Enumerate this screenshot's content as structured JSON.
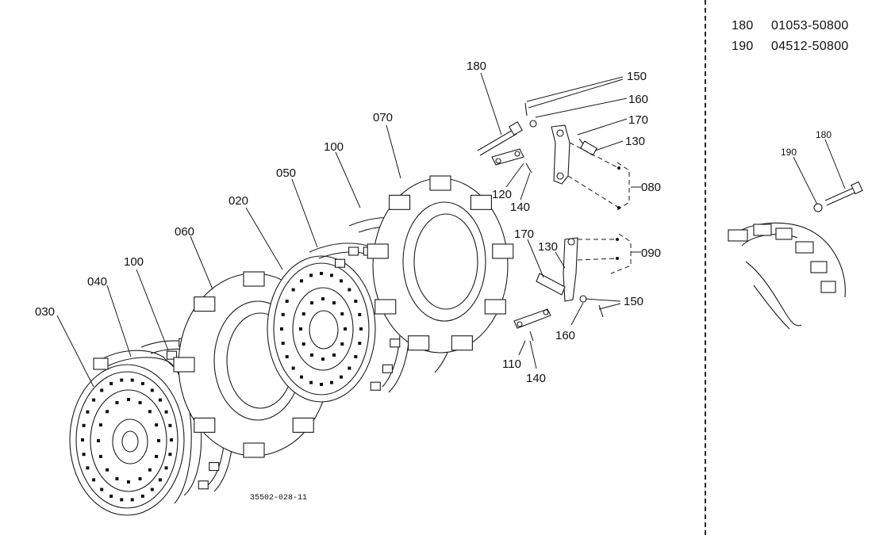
{
  "drawing_number": "35502-028-11",
  "legend": [
    {
      "part_no": "180",
      "code": "01053-50800"
    },
    {
      "part_no": "190",
      "code": "04512-50800"
    }
  ],
  "callouts": {
    "c030": "030",
    "c040": "040",
    "c100a": "100",
    "c060": "060",
    "c020": "020",
    "c050": "050",
    "c100b": "100",
    "c070": "070",
    "c180": "180",
    "c150a": "150",
    "c160a": "160",
    "c170a": "170",
    "c130a": "130",
    "c080": "080",
    "c120": "120",
    "c140a": "140",
    "c170b": "170",
    "c130b": "130",
    "c090": "090",
    "c150b": "150",
    "c160b": "160",
    "c110": "110",
    "c140b": "140",
    "d190": "190",
    "d180": "180"
  }
}
